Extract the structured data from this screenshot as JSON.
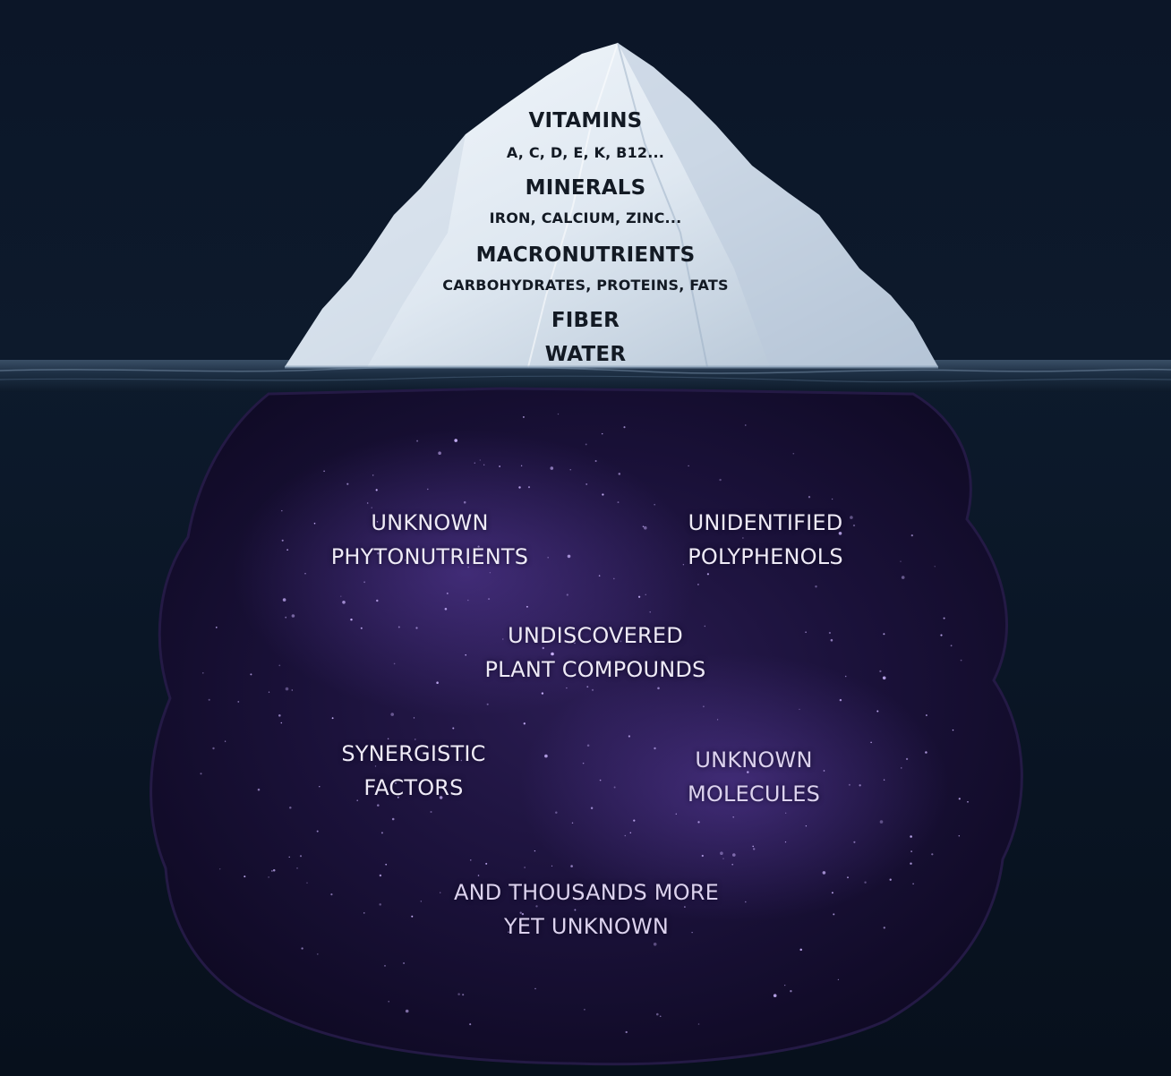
{
  "above_water": {
    "vitamins": {
      "title": "VITAMINS",
      "examples": "A, C, D, E, K, B12..."
    },
    "minerals": {
      "title": "MINERALS",
      "examples": "IRON, CALCIUM, ZINC..."
    },
    "macronutrients": {
      "title": "MACRONUTRIENTS",
      "examples": "CARBOHYDRATES, PROTEINS, FATS"
    },
    "fiber": "FIBER",
    "water": "WATER"
  },
  "below_water": {
    "unknown_phytonutrients": [
      "UNKNOWN",
      "PHYTONUTRIENTS"
    ],
    "unidentified_polyphenols": [
      "UNIDENTIFIED",
      "POLYPHENOLS"
    ],
    "undiscovered_plant_compounds": [
      "UNDISCOVERED",
      "PLANT COMPOUNDS"
    ],
    "synergistic_factors": [
      "SYNERGISTIC",
      "FACTORS"
    ],
    "unknown_molecules": [
      "UNKNOWN",
      "MOLECULES"
    ],
    "thousands_more": [
      "AND THOUSANDS MORE",
      "YET UNKNOWN"
    ]
  },
  "colors": {
    "sky": "#0c1628",
    "ocean": "#0a1626",
    "ice": "#eef3f8",
    "ice_shadow": "#9fb3c8",
    "submerged_mass": "#160f33",
    "stars": "#cdb6ff"
  }
}
